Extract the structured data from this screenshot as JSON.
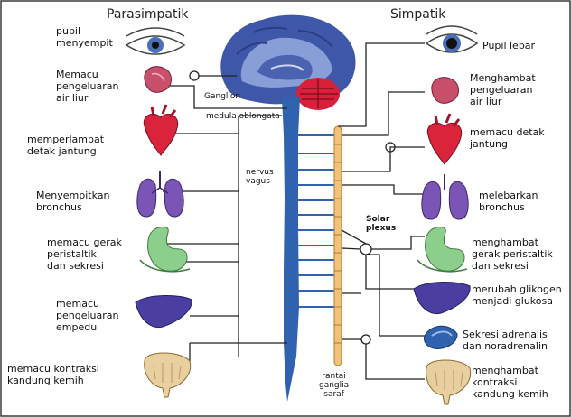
{
  "headers": {
    "left": "Parasimpatik",
    "right": "Simpatik"
  },
  "center": {
    "ganglion": "Ganglion",
    "medulla": "medula oblongata",
    "nervus_vagus": "nervus\nvagus",
    "solar_plexus": "Solar\nplexus",
    "rantai_ganglia": "rantai\nganglia\nsaraf"
  },
  "parasympathetic": {
    "eye": "pupil\nmenyempit",
    "salivary": "Memacu\npengeluaran\nair liur",
    "heart": "memperlambat\ndetak jantung",
    "lungs": "Menyempitkan\nbronchus",
    "stomach": "memacu gerak\nperistaltik\ndan sekresi",
    "liver": "memacu\npengeluaran\nempedu",
    "bladder": "memacu kontraksi\nkandung kemih"
  },
  "sympathetic": {
    "eye": "Pupil lebar",
    "salivary": "Menghambat\npengeluaran\nair liur",
    "heart": "memacu detak\njantung",
    "lungs": "melebarkan\nbronchus",
    "stomach": "menghambat\ngerak peristaltik\ndan sekresi",
    "liver": "merubah glikogen\nmenjadi glukosa",
    "adrenal": "Sekresi adrenalis\ndan noradrenalin",
    "bladder": "menghambat\nkontraksi\nkandung kemih"
  },
  "colors": {
    "frame": "#3a3a3a",
    "brain": "#3f57a8",
    "brain_light": "#8fa6dc",
    "cerebellum": "#d8203a",
    "spine": "#2f63b0",
    "chain": "#f2c27a",
    "heart": "#d9243c",
    "lung": "#7a55b5",
    "stomach": "#8ccf8c",
    "liver": "#4a3fa0",
    "bladder": "#e8cfa0",
    "salivary": "#c8506a",
    "eye_iris": "#4a6fb8"
  }
}
